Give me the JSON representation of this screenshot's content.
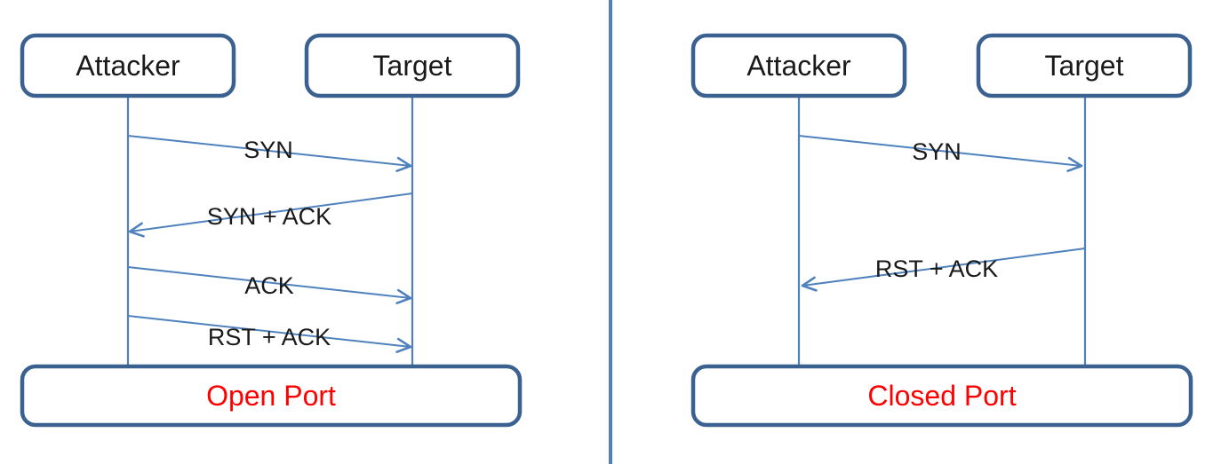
{
  "colors": {
    "box_border": "#3b6191",
    "line": "#4f81bd",
    "text": "#1a1a1a",
    "result_text": "#ff0000",
    "background": "#ffffff"
  },
  "left": {
    "actors": [
      {
        "label": "Attacker"
      },
      {
        "label": "Target"
      }
    ],
    "messages": [
      {
        "label": "SYN",
        "from": "Attacker",
        "to": "Target"
      },
      {
        "label": "SYN + ACK",
        "from": "Target",
        "to": "Attacker"
      },
      {
        "label": "ACK",
        "from": "Attacker",
        "to": "Target"
      },
      {
        "label": "RST + ACK",
        "from": "Attacker",
        "to": "Target"
      }
    ],
    "result": "Open Port"
  },
  "right": {
    "actors": [
      {
        "label": "Attacker"
      },
      {
        "label": "Target"
      }
    ],
    "messages": [
      {
        "label": "SYN",
        "from": "Attacker",
        "to": "Target"
      },
      {
        "label": "RST + ACK",
        "from": "Target",
        "to": "Attacker"
      }
    ],
    "result": "Closed Port"
  }
}
